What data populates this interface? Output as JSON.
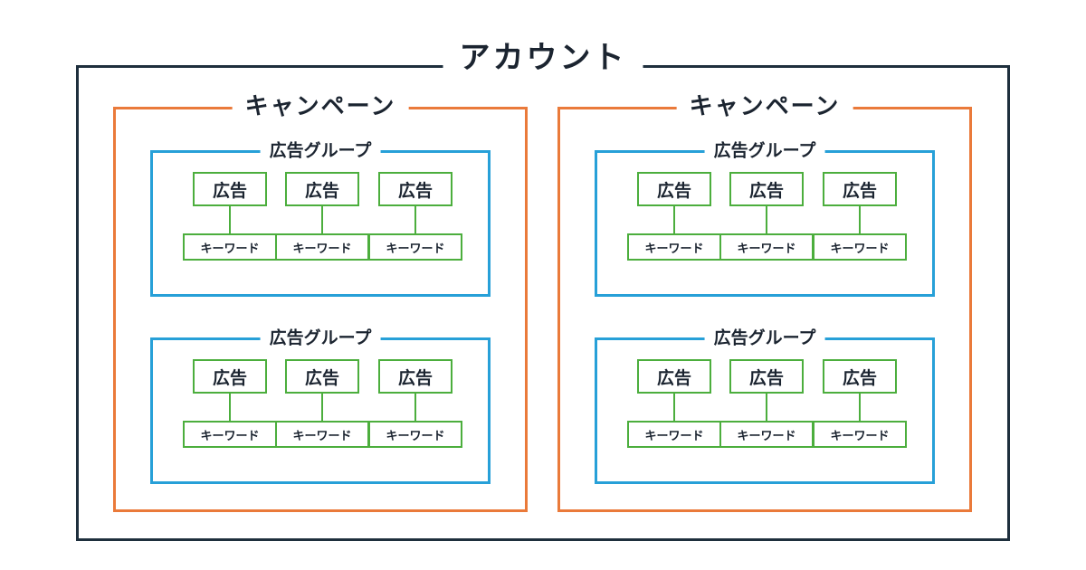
{
  "account": {
    "label": "アカウント",
    "campaigns": [
      {
        "label": "キャンペーン",
        "ad_groups": [
          {
            "label": "広告グループ",
            "ads": [
              {
                "label": "広告",
                "keyword": "キーワード"
              },
              {
                "label": "広告",
                "keyword": "キーワード"
              },
              {
                "label": "広告",
                "keyword": "キーワード"
              }
            ]
          },
          {
            "label": "広告グループ",
            "ads": [
              {
                "label": "広告",
                "keyword": "キーワード"
              },
              {
                "label": "広告",
                "keyword": "キーワード"
              },
              {
                "label": "広告",
                "keyword": "キーワード"
              }
            ]
          }
        ]
      },
      {
        "label": "キャンペーン",
        "ad_groups": [
          {
            "label": "広告グループ",
            "ads": [
              {
                "label": "広告",
                "keyword": "キーワード"
              },
              {
                "label": "広告",
                "keyword": "キーワード"
              },
              {
                "label": "広告",
                "keyword": "キーワード"
              }
            ]
          },
          {
            "label": "広告グループ",
            "ads": [
              {
                "label": "広告",
                "keyword": "キーワード"
              },
              {
                "label": "広告",
                "keyword": "キーワード"
              },
              {
                "label": "広告",
                "keyword": "キーワード"
              }
            ]
          }
        ]
      }
    ]
  },
  "colors": {
    "account": "#1e2f3d",
    "campaign": "#ea7a3a",
    "ad_group": "#27a0d8",
    "ad": "#4cae3d"
  }
}
